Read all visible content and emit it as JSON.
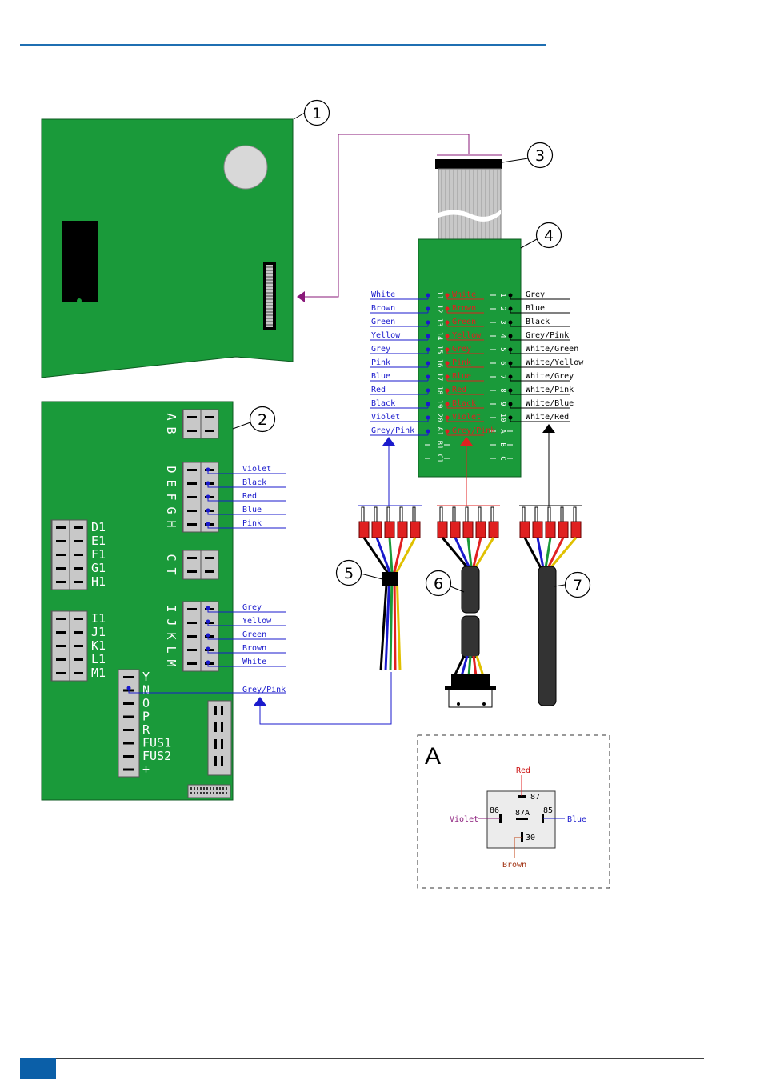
{
  "callouts": [
    "1",
    "2",
    "3",
    "4",
    "5",
    "6",
    "7"
  ],
  "board2": {
    "top_pins": [
      "A",
      "B"
    ],
    "group_defgh": [
      "D",
      "E",
      "F",
      "G",
      "H"
    ],
    "group_ct": [
      "C",
      "T"
    ],
    "group_ijklm": [
      "I",
      "J",
      "K",
      "L",
      "M"
    ],
    "left_top_pins": [
      "D1",
      "E1",
      "F1",
      "G1",
      "H1"
    ],
    "left_bottom_pins": [
      "I1",
      "J1",
      "K1",
      "L1",
      "M1"
    ],
    "bottom_pins": [
      "Y",
      "N",
      "O",
      "P",
      "R",
      "FUS1",
      "FUS2",
      "+"
    ],
    "wires_defgh": [
      "Violet",
      "Black",
      "Red",
      "Blue",
      "Pink"
    ],
    "wires_ijklm": [
      "Grey",
      "Yellow",
      "Green",
      "Brown",
      "White"
    ],
    "wire_n": "Grey/Pink"
  },
  "board4": {
    "left_wires": [
      "White",
      "Brown",
      "Green",
      "Yellow",
      "Grey",
      "Pink",
      "Blue",
      "Red",
      "Black",
      "Violet",
      "Grey/Pink"
    ],
    "left_pins": [
      "11",
      "12",
      "13",
      "14",
      "15",
      "16",
      "17",
      "18",
      "19",
      "20",
      "A1",
      "B1",
      "C1"
    ],
    "mid_wires": [
      "White",
      "Brown",
      "Green",
      "Yellow",
      "Grey",
      "Pink",
      "Blue",
      "Red",
      "Black",
      "Violet",
      "Grey/Pink"
    ],
    "right_pins": [
      "1",
      "2",
      "3",
      "4",
      "5",
      "6",
      "7",
      "8",
      "9",
      "10",
      "A",
      "B",
      "C"
    ],
    "right_wires": [
      "Grey",
      "Blue",
      "Black",
      "Grey/Pink",
      "White/Green",
      "White/Yellow",
      "White/Grey",
      "White/Pink",
      "White/Blue",
      "White/Red"
    ]
  },
  "detail_a": {
    "title": "A",
    "pins": [
      "87",
      "86",
      "87A",
      "85",
      "30"
    ],
    "wires": {
      "top": "Red",
      "left": "Violet",
      "right": "Blue",
      "bottom": "Brown"
    }
  },
  "colors": {
    "header_rule": "#1f6fb2",
    "board_green": "#1a9a3a",
    "connector_grey": "#c8c8c8",
    "wire_blue": "#1a1acc",
    "wire_red": "#e02020",
    "wire_purple": "#8a1a7a",
    "footer_block": "#0b5fa8"
  },
  "icons": [
    "arrow-left-icon",
    "arrow-up-icon",
    "connector-plug-icon",
    "ribbon-cable-icon"
  ]
}
